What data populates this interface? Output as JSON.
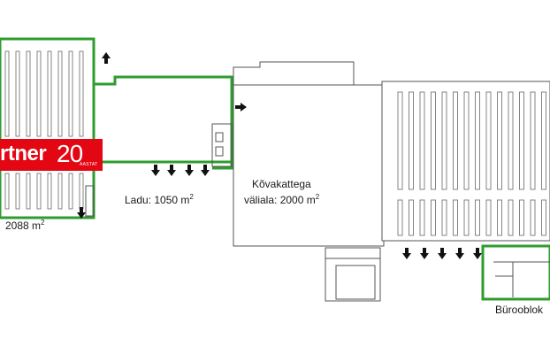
{
  "plan": {
    "labels": {
      "warehouse_left_area": "2088 m",
      "warehouse_left_unit": "2",
      "warehouse_mid_name": "Ladu: 1050 m",
      "warehouse_mid_unit": "2",
      "hard_area_line1": "Kõvakattega",
      "hard_area_line2": "väliala: 2000 m",
      "hard_area_unit": "2",
      "office_block": "Bürooblok"
    },
    "logo": {
      "text": "rtner",
      "number": "20",
      "subtext": "AASTAT"
    },
    "colors": {
      "route": "#2e9d2e",
      "wall": "#555555",
      "logo_bg": "#e30613",
      "arrow": "#111111"
    },
    "icons": [
      "down-arrow-icon",
      "up-arrow-icon",
      "right-arrow-icon"
    ]
  }
}
